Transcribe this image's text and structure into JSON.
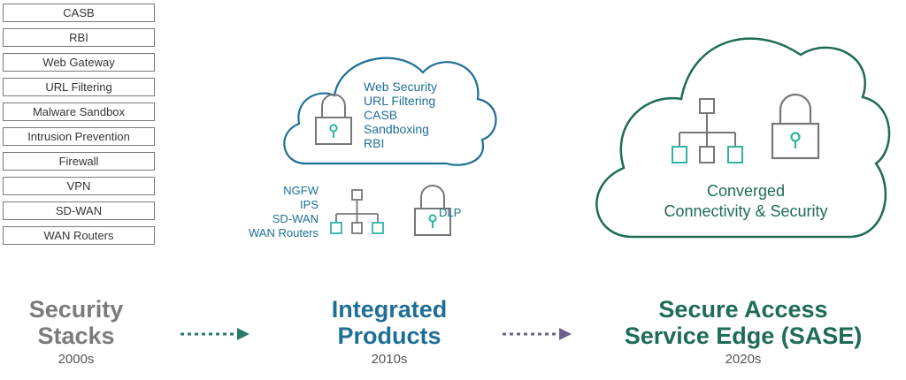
{
  "stack_items": [
    "CASB",
    "RBI",
    "Web Gateway",
    "URL Filtering",
    "Malware Sandbox",
    "Intrusion Prevention",
    "Firewall",
    "VPN",
    "SD-WAN",
    "WAN Routers"
  ],
  "cloud_services": [
    "Web Security",
    "URL Filtering",
    "CASB",
    "Sandboxing",
    "RBI"
  ],
  "network_items": [
    "NGFW",
    "IPS",
    "SD-WAN",
    "WAN Routers"
  ],
  "dlp_label": "DLP",
  "sase_cloud": {
    "line1": "Converged",
    "line2": "Connectivity & Security"
  },
  "eras": [
    {
      "line1": "Security",
      "line2": "Stacks",
      "year": "2000s",
      "color": "#7b7b7b"
    },
    {
      "line1": "Integrated",
      "line2": "Products",
      "year": "2010s",
      "color": "#1e6f96"
    },
    {
      "line1": "Secure Access",
      "line2": "Service Edge (SASE)",
      "year": "2020s",
      "color": "#1e6b56"
    }
  ],
  "colors": {
    "teal": "#2fb5a0",
    "blue": "#1e6f96",
    "green": "#1e6b56",
    "gray": "#7b7b7b",
    "arrow1": "#2a7a6a",
    "arrow2": "#6d5f92"
  }
}
